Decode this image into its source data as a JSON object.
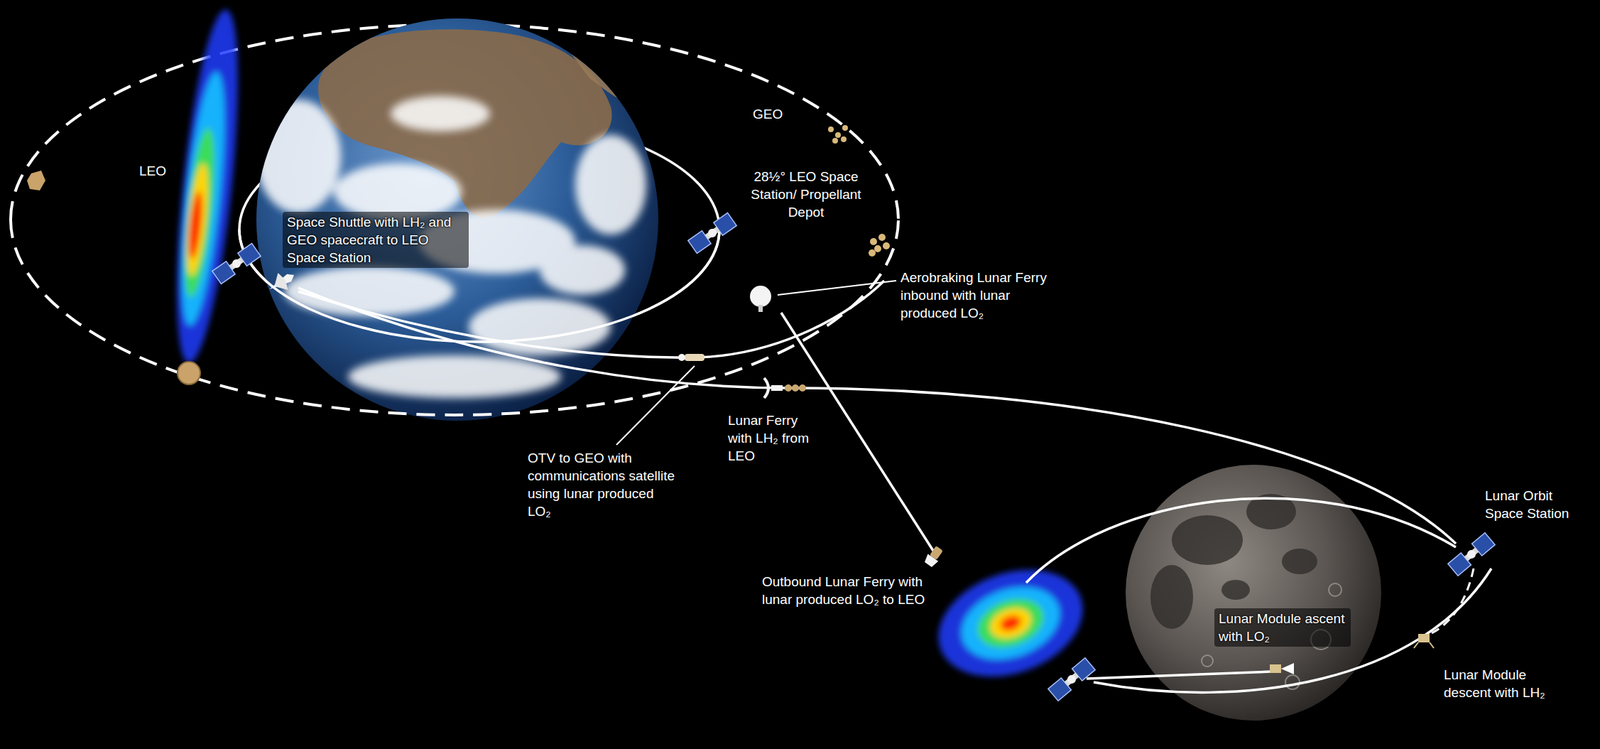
{
  "diagram": {
    "labels": [
      "LEO",
      "GEO",
      "Space Shuttle with LH₂ and GEO spacecraft to LEO Space Station",
      "28½° LEO Space Station/ Propellant Depot",
      "Aerobraking Lunar Ferry inbound with lunar produced LO₂",
      "OTV to GEO with communications satellite using lunar produced LO₂",
      "Lunar Ferry with LH₂ from LEO",
      "Outbound Lunar Ferry with lunar produced LO₂ to LEO",
      "Lunar Module ascent with LO₂",
      "Lunar Orbit Space Station",
      "Lunar Module descent with LH₂"
    ]
  }
}
